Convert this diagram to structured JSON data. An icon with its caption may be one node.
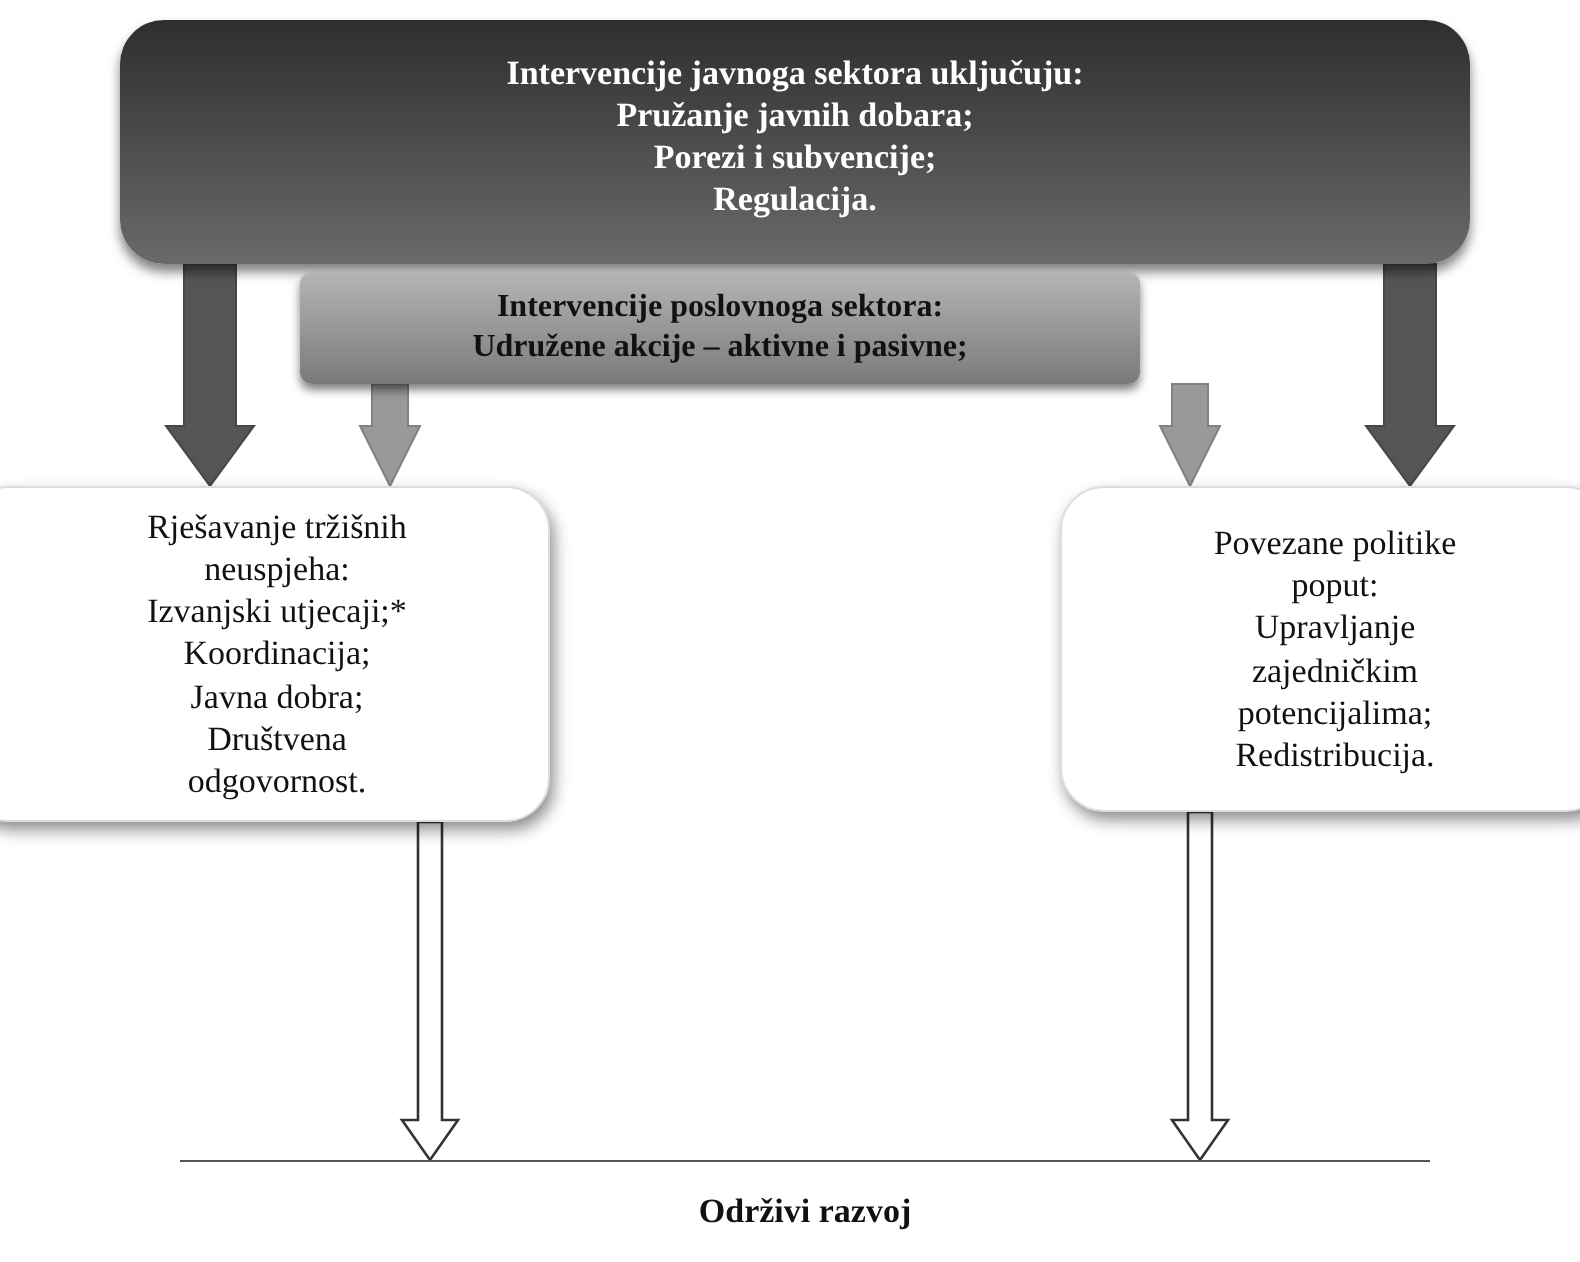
{
  "diagram": {
    "nodes": [
      {
        "text": [
          "Intervencije javnoga sektora uključuju:",
          "Pružanje javnih dobara;",
          "Porezi i subvencije;",
          "Regulacija."
        ]
      },
      {
        "text": [
          "Intervencije poslovnoga sektora:",
          "Udružene akcije – aktivne i pasivne;"
        ]
      },
      {
        "text": [
          "Rješavanje tržišnih neuspjeha:",
          "Izvanjski utjecaji;*",
          "Koordinacija;",
          "Javna dobra;",
          "Društvena odgovornost."
        ]
      },
      {
        "text": [
          "Povezane politike poput:",
          "Upravljanje zajedničkim potencijalima;",
          "Redistribucija."
        ]
      },
      {
        "text": [
          "Održivi razvoj"
        ]
      }
    ],
    "edges": [
      {
        "from": 0,
        "to": 2,
        "arrow": "to",
        "style": "thick",
        "color": "#555555"
      },
      {
        "from": 0,
        "to": 3,
        "arrow": "to",
        "style": "thick",
        "color": "#555555"
      },
      {
        "from": 1,
        "to": 2,
        "arrow": "to",
        "style": "thick",
        "color": "#9a9a9a"
      },
      {
        "from": 1,
        "to": 3,
        "arrow": "to",
        "style": "thick",
        "color": "#9a9a9a"
      },
      {
        "from": 2,
        "to": 4,
        "arrow": "to"
      },
      {
        "from": 3,
        "to": 4,
        "arrow": "to"
      }
    ]
  }
}
